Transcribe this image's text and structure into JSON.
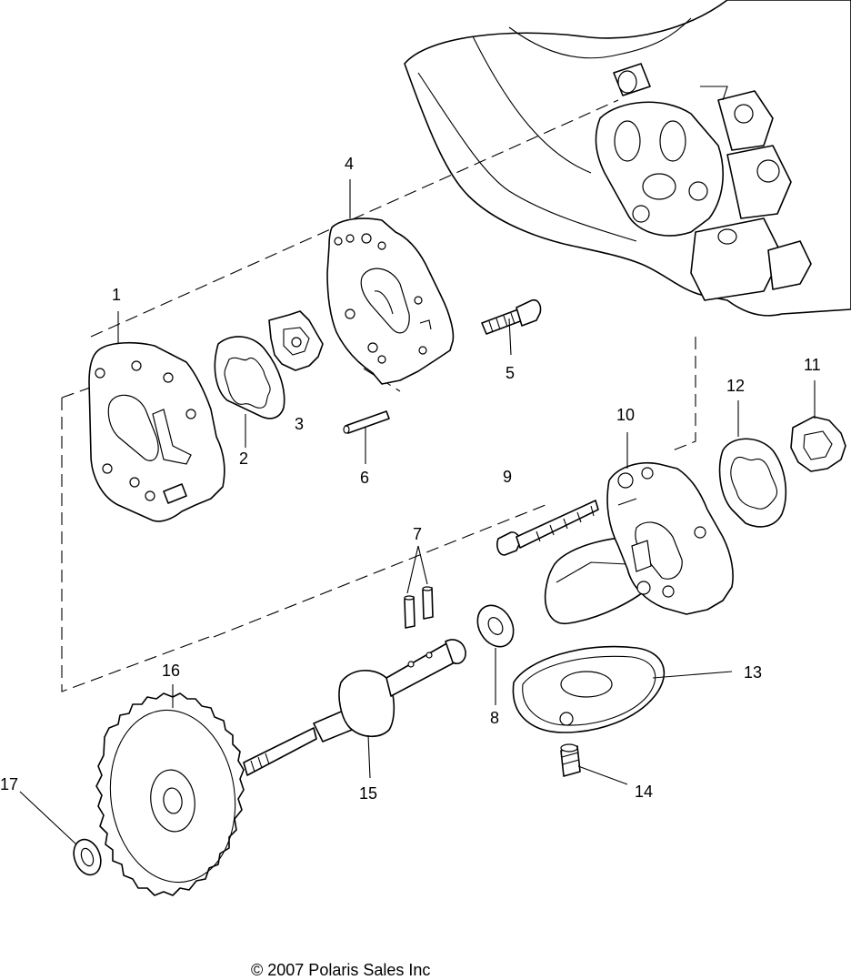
{
  "diagram": {
    "callouts": [
      "1",
      "2",
      "3",
      "4",
      "5",
      "6",
      "7",
      "8",
      "9",
      "10",
      "11",
      "12",
      "13",
      "14",
      "15",
      "16",
      "17"
    ],
    "copyright": "© 2007 Polaris Sales Inc"
  }
}
